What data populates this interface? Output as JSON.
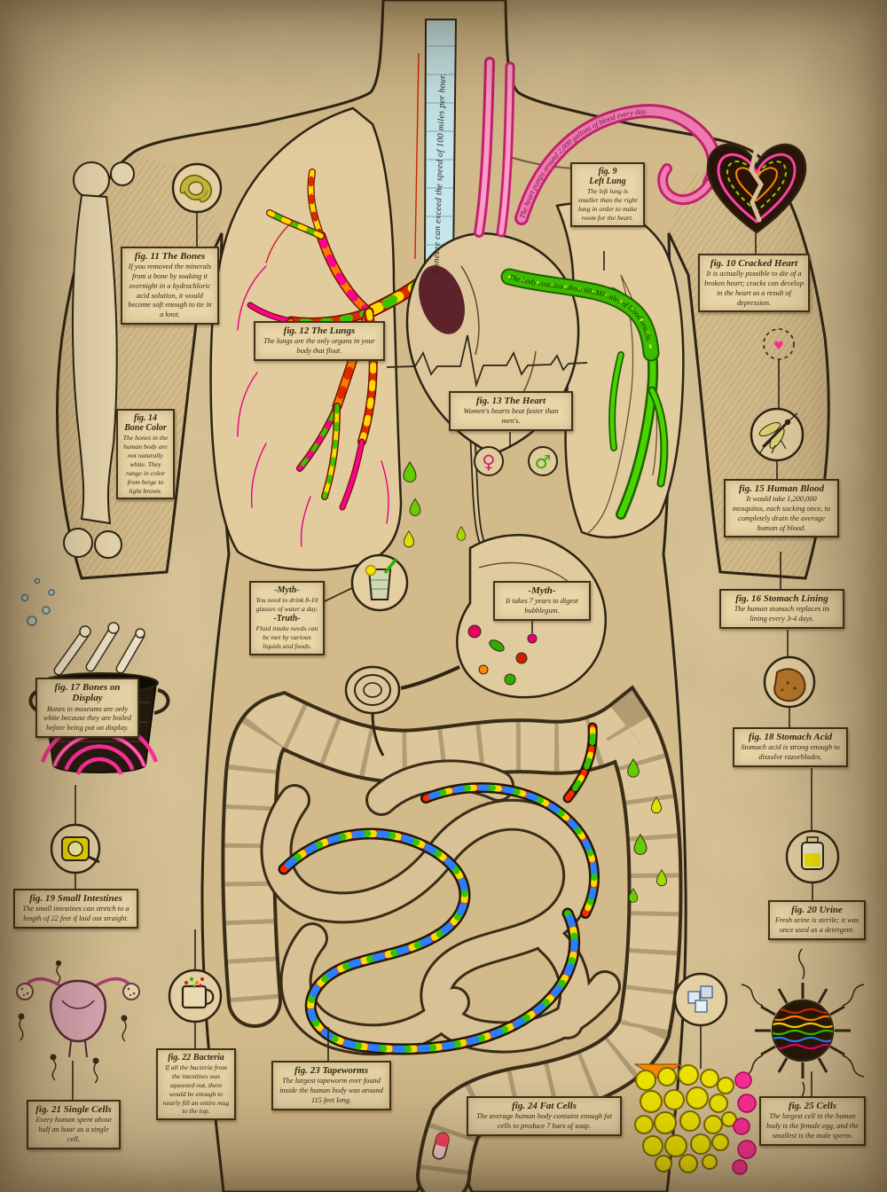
{
  "palette": {
    "paper": "#d9c498",
    "ink": "#2e2414",
    "box_bg": "#e8d6a8",
    "pink": "#e23a8e",
    "green": "#3dbb00",
    "yellow": "#f2e400"
  },
  "curved_texts": {
    "sneeze": "A sneeze can exceed the speed of 100 miles per hour.",
    "heart_pump": "The heart pumps around 2,000 gallons of blood every day.",
    "blood_vessels": "The body contains about 60,000 miles of blood vessels."
  },
  "figures": {
    "fig9": {
      "title": "fig. 9",
      "subtitle": "Left Lung",
      "text": "The left lung is smaller than the right lung in order to make room for the heart."
    },
    "fig10": {
      "title": "fig. 10 Cracked Heart",
      "text": "It is actually possible to die of a broken heart; cracks can develop in the heart as a result of depression."
    },
    "fig11": {
      "title": "fig. 11 The Bones",
      "text": "If you removed the minerals from a bone by soaking it overnight in a hydrochloric acid solution, it would become soft enough to tie in a knot."
    },
    "fig12": {
      "title": "fig. 12 The Lungs",
      "text": "The lungs are the only organs in your body that float."
    },
    "fig13": {
      "title": "fig. 13 The Heart",
      "text": "Women's hearts beat faster than men's."
    },
    "fig14": {
      "title": "fig. 14",
      "subtitle": "Bone Color",
      "text": "The bones in the human body are not naturally white. They range in color from beige to light brown."
    },
    "fig15": {
      "title": "fig. 15 Human Blood",
      "text": "It would take 1,200,000 mosquitos, each sucking once, to completely drain the average human of blood."
    },
    "fig16": {
      "title": "fig. 16 Stomach Lining",
      "text": "The human stomach replaces its lining every 3-4 days."
    },
    "fig17": {
      "title": "fig. 17 Bones on Display",
      "text": "Bones in museums are only white because they are boiled before being put on display."
    },
    "fig18": {
      "title": "fig. 18 Stomach Acid",
      "text": "Stomach acid is strong enough to dissolve razorblades."
    },
    "fig19": {
      "title": "fig. 19 Small Intestines",
      "text": "The small intestines can stretch to a length of 22 feet if laid out straight."
    },
    "fig20": {
      "title": "fig. 20 Urine",
      "text": "Fresh urine is sterile; it was once used as a detergent."
    },
    "fig21": {
      "title": "fig. 21 Single Cells",
      "text": "Every human spent about half an hour as a single cell."
    },
    "fig22": {
      "title": "fig. 22 Bacteria",
      "text": "If all the bacteria from the intestines was squeezed out, there would be enough to nearly fill an entire mug to the top."
    },
    "fig23": {
      "title": "fig. 23 Tapeworms",
      "text": "The largest tapeworm ever found inside the human body was around 115 feet long."
    },
    "fig24": {
      "title": "fig. 24 Fat Cells",
      "text": "The average human body contains enough fat cells to produce 7 bars of soap."
    },
    "fig25": {
      "title": "fig. 25 Cells",
      "text": "The largest cell in the human body is the female egg, and the smallest is the male sperm."
    }
  },
  "myths": {
    "water": {
      "myth_label": "-Myth-",
      "myth_text": "You need to drink 8-10 glasses of water a day.",
      "truth_label": "-Truth-",
      "truth_text": "Fluid intake needs can be met by various liquids and foods."
    },
    "bubblegum": {
      "myth_label": "-Myth-",
      "myth_text": "It takes 7 years to digest bubblegum."
    }
  },
  "symbols": {
    "female": "♀",
    "male": "♂"
  }
}
